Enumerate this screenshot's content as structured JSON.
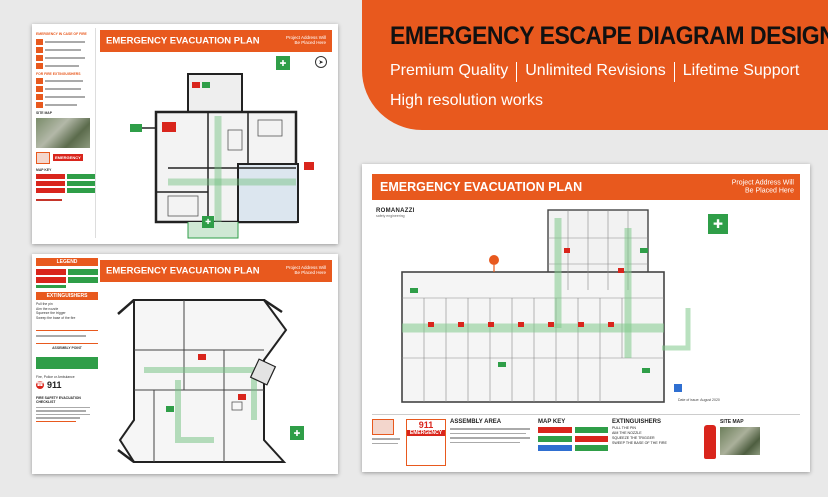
{
  "banner": {
    "title": "EMERGENCY ESCAPE DIAGRAM DESIGN",
    "features": [
      "Premium Quality",
      "Unlimited Revisions",
      "Lifetime Support"
    ],
    "subline": "High resolution works"
  },
  "poster1": {
    "title": "EMERGENCY EVACUATION PLAN",
    "address": [
      "Project Address Will",
      "Be Placed Here"
    ],
    "side_heading_1": "EMERGENCY IN CASE OF FIRE",
    "side_heading_2": "FOR FIRE EXTINGUISHERS",
    "site_map": "SITE MAP",
    "map_key": "MAP KEY",
    "emergency": "EMERGENCY"
  },
  "poster2": {
    "title": "EMERGENCY EVACUATION PLAN",
    "address": [
      "Project Address Will",
      "Be Placed Here"
    ],
    "legend": "LEGEND",
    "extinguishers": "EXTINGUISHERS",
    "steps": [
      "Pull the pin",
      "Aim the nozzle",
      "Squeeze the trigger",
      "Sweep the base of the fire"
    ],
    "assembly": "ASSEMBLY POINT",
    "phone_label": "Fire, Police or Ambulance",
    "phone": "911",
    "checklist": "FIRE SAFETY EVACUATION CHECKLIST"
  },
  "poster3": {
    "title": "EMERGENCY EVACUATION PLAN",
    "address": [
      "Project Address Will",
      "Be Placed Here"
    ],
    "logo": "ROMANAZZI",
    "logo_sub": "safety engineering",
    "assembly_area": "ASSEMBLY AREA",
    "map_key": "MAP KEY",
    "extinguishers": "EXTINGUISHERS",
    "steps": [
      "PULL THE PIN",
      "AIM THE NOZZLE",
      "SQUEEZE THE TRIGGER",
      "SWEEP THE BASE OF THE FIRE"
    ],
    "site_map": "SITE MAP",
    "phone": "911",
    "emergency": "EMERGENCY",
    "issue": "Date of issue: August 2020"
  },
  "colors": {
    "orange": "#e8591e",
    "green": "#2f9e48",
    "red": "#d9251c"
  }
}
